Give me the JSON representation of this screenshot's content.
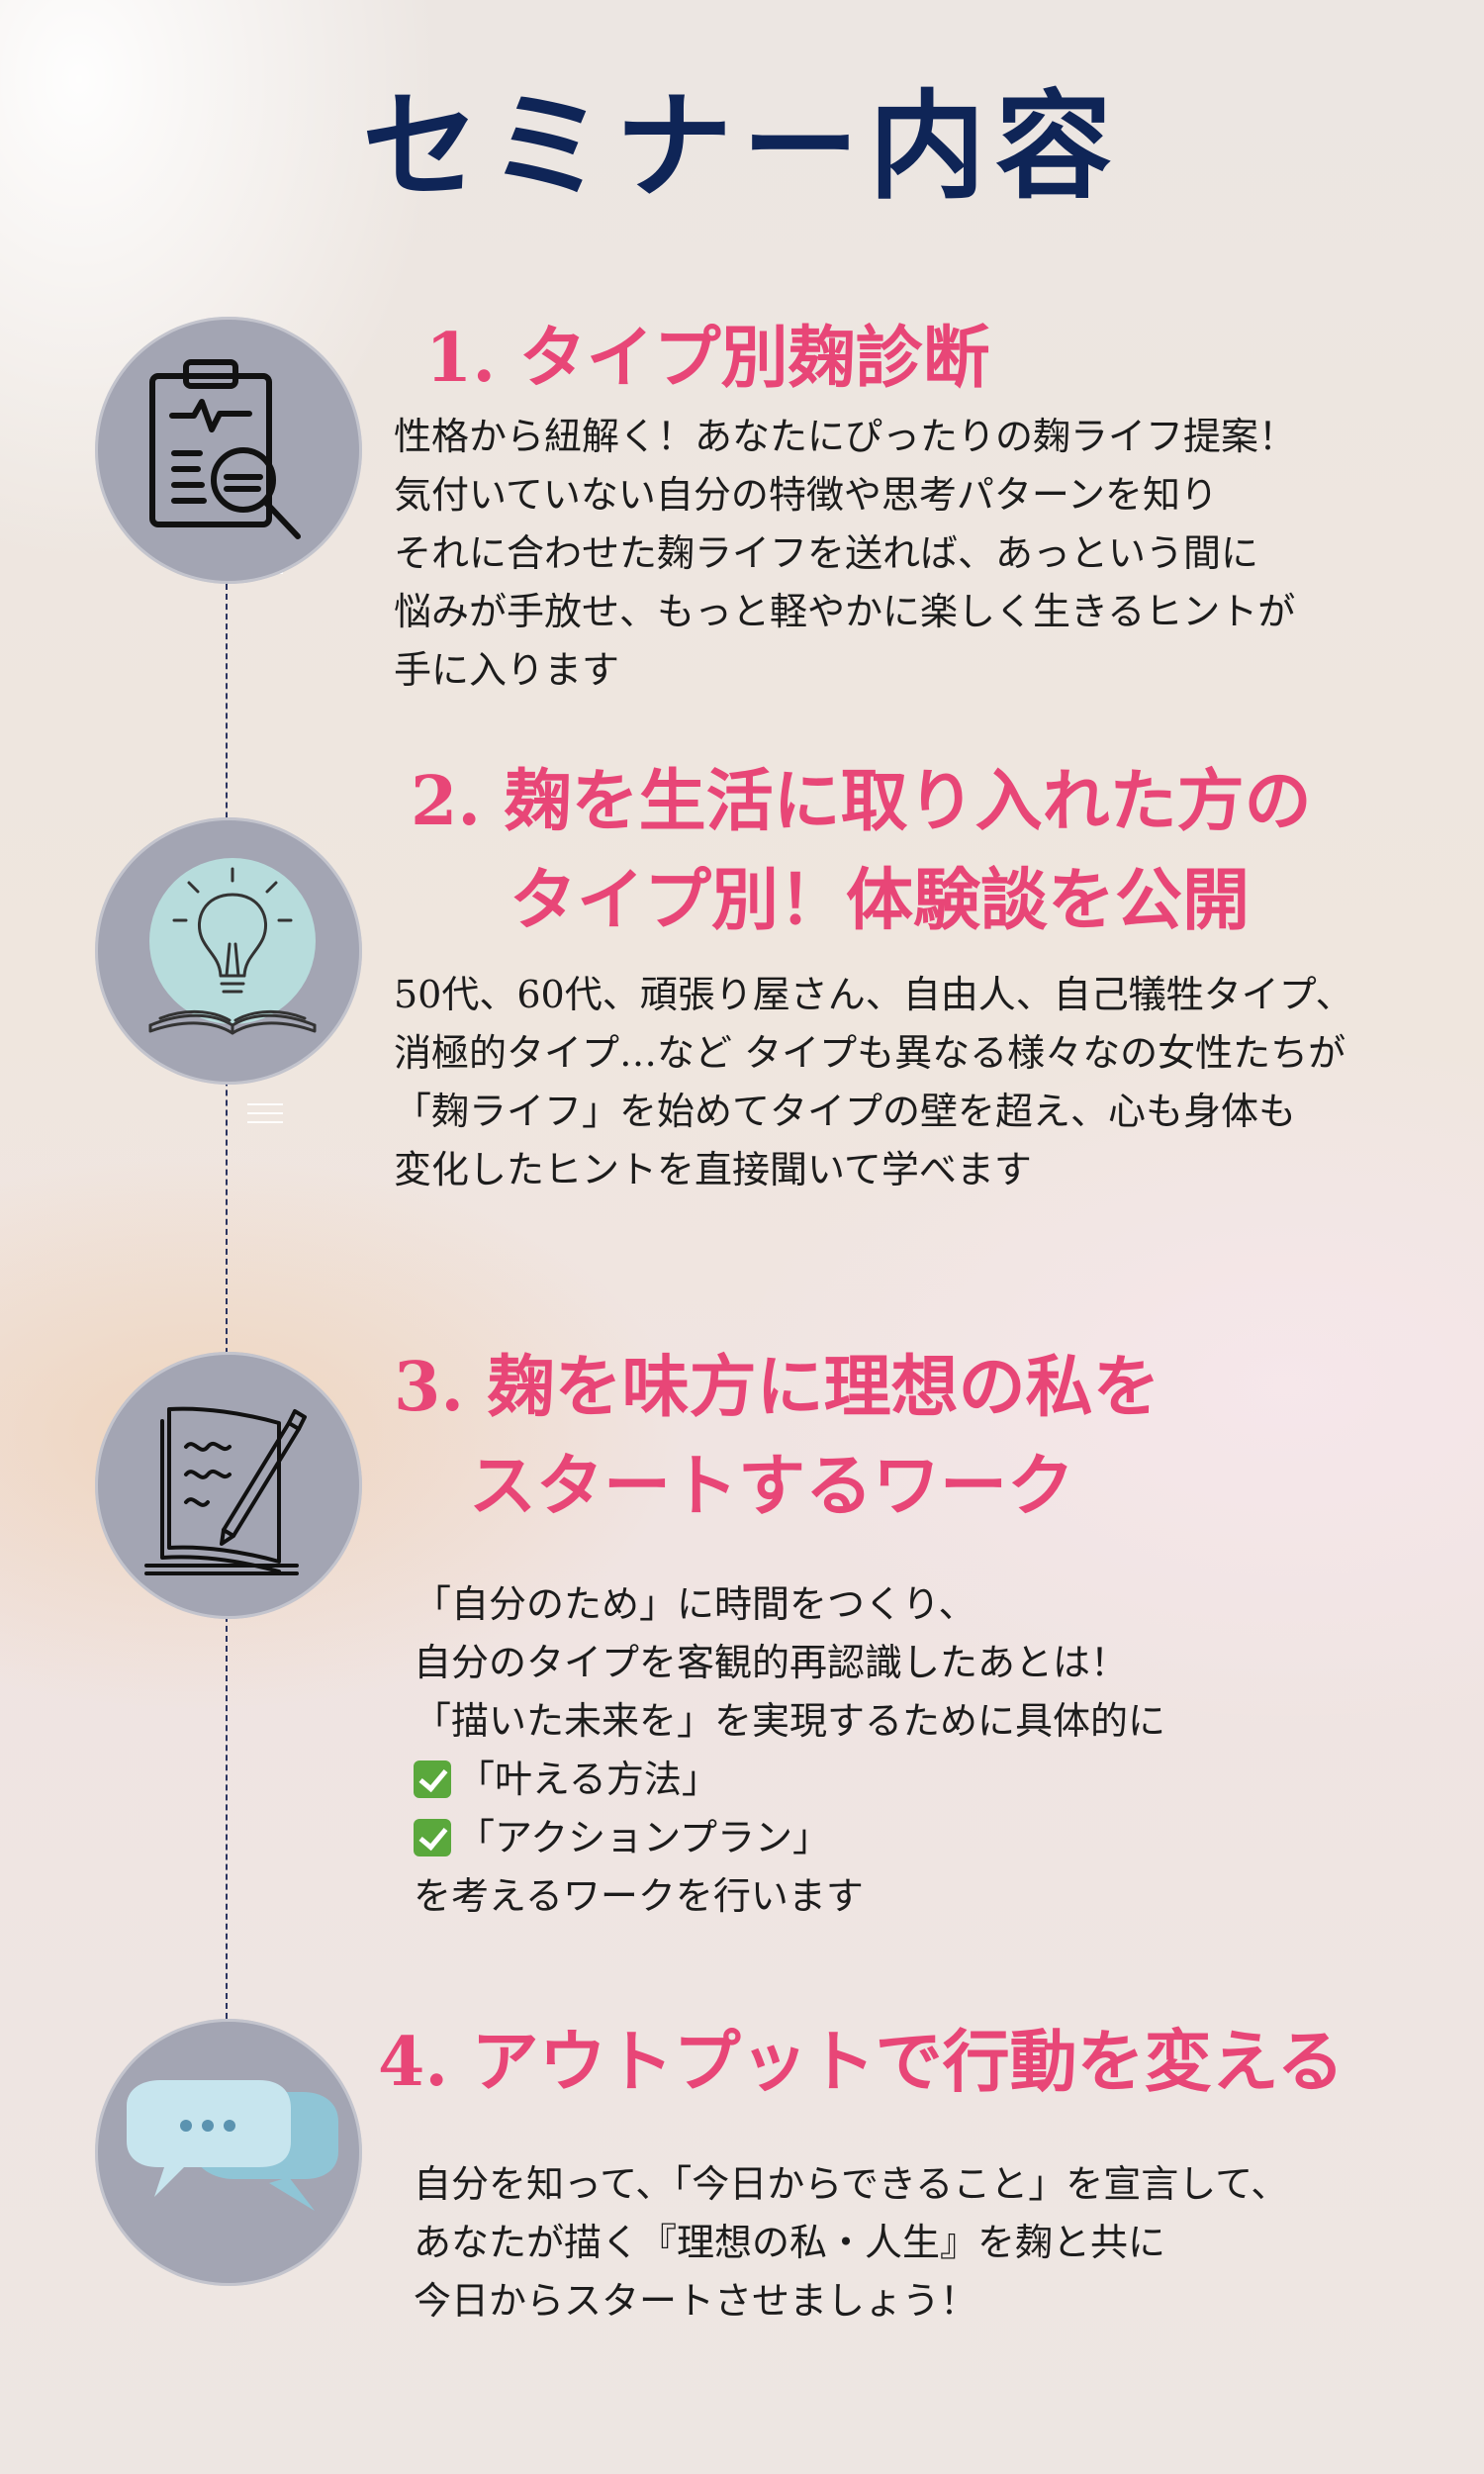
{
  "title": "セミナー内容",
  "sections": [
    {
      "icon": "clipboard-magnifier-icon",
      "heading": [
        "1. タイプ別麹診断"
      ],
      "body": [
        "性格から紐解く！あなたにぴったりの麹ライフ提案！",
        "気付いていない自分の特徴や思考パターンを知り",
        "それに合わせた麹ライフを送れば、あっという間に",
        "悩みが手放せ、もっと軽やかに楽しく生きるヒントが",
        "手に入ります"
      ]
    },
    {
      "icon": "lightbulb-book-icon",
      "heading": [
        "2. 麹を生活に取り入れた方の",
        "タイプ別！体験談を公開"
      ],
      "body": [
        "50代、60代、頑張り屋さん、自由人、自己犠牲タイプ、",
        "消極的タイプ…など タイプも異なる様々なの女性たちが",
        "「麹ライフ」を始めてタイプの壁を超え、心も身体も",
        "変化したヒントを直接聞いて学べます"
      ]
    },
    {
      "icon": "notebook-pen-icon",
      "heading": [
        "3. 麹を味方に理想の私を",
        "スタートするワーク"
      ],
      "body": [
        "「自分のため」に時間をつくり、",
        "自分のタイプを客観的再認識したあとは！",
        "「描いた未来を」を実現するために具体的に",
        "「叶える方法」",
        "「アクションプラン」",
        "を考えるワークを行います"
      ],
      "checked_lines": [
        3,
        4
      ]
    },
    {
      "icon": "speech-bubbles-icon",
      "heading": [
        "4. アウトプットで行動を変える"
      ],
      "body": [
        "自分を知って、「今日からできること」を宣言して、",
        "あなたが描く『理想の私・人生』を麹と共に",
        "今日からスタートさせましょう！"
      ]
    }
  ],
  "colors": {
    "title": "#0f2557",
    "heading": "#e84677",
    "text": "#1c1c1c",
    "circle": "#a3a5b3",
    "check": "#5aa83c"
  }
}
